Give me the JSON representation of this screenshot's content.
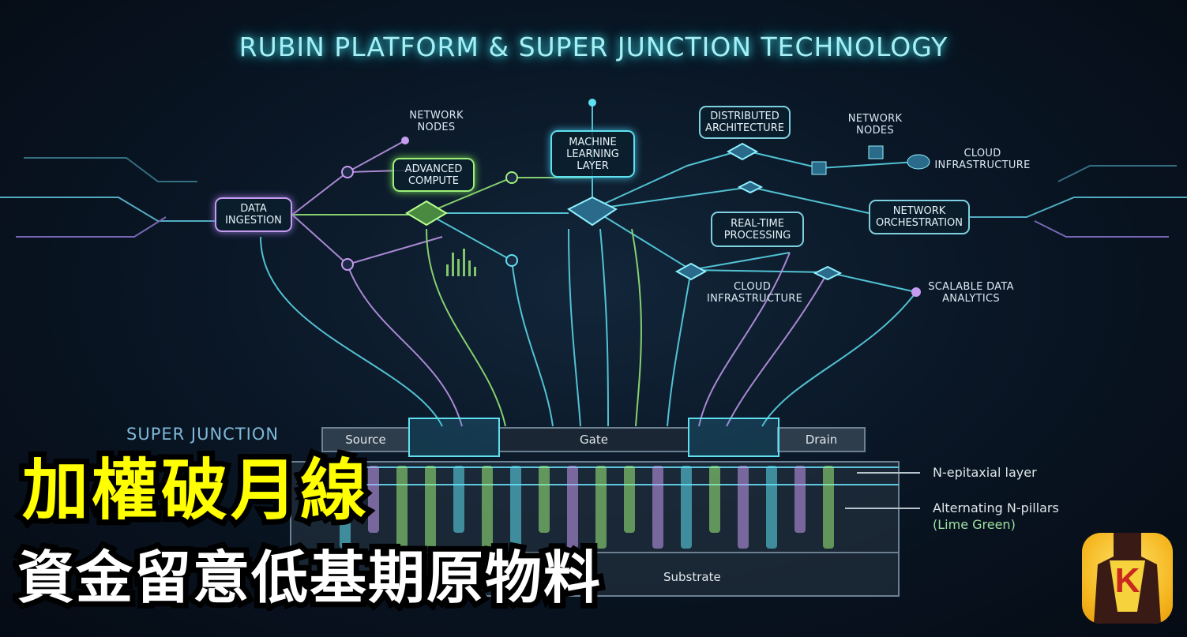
{
  "title": "RUBIN PLATFORM & SUPER JUNCTION TECHNOLOGY",
  "nodes": {
    "network_nodes_left": "NETWORK NODES",
    "advanced_compute": "ADVANCED COMPUTE",
    "machine_learning": "MACHINE LEARNING LAYER",
    "distributed": "DISTRIBUTED ARCHITECTURE",
    "network_nodes_right": "NETWORK NODES",
    "cloud_top": "CLOUD INFRASTRUCTURE",
    "data_ingestion": "DATA INGESTION",
    "real_time": "REAL-TIME PROCESSING",
    "orchestration": "NETWORK ORCHESTRATION",
    "cloud_bottom": "CLOUD INFRASTRUCTURE",
    "scalable": "SCALABLE DATA ANALYTICS"
  },
  "device": {
    "section_label": "SUPER JUNCTION",
    "source": "Source",
    "gate": "Gate",
    "drain": "Drain",
    "substrate": "Substrate",
    "epi_label": "N-epitaxial layer",
    "pillars_label": "Alternating N-pillars",
    "pillars_note": "(Lime Green)"
  },
  "headline": {
    "line1": "加權破月線",
    "line2": "資金留意低基期原物料"
  },
  "logo": {
    "letter": "K"
  },
  "colors": {
    "cyan": "#5fe0f0",
    "green": "#9ef07a",
    "purple": "#c69cf0",
    "yellow": "#ffff00"
  }
}
